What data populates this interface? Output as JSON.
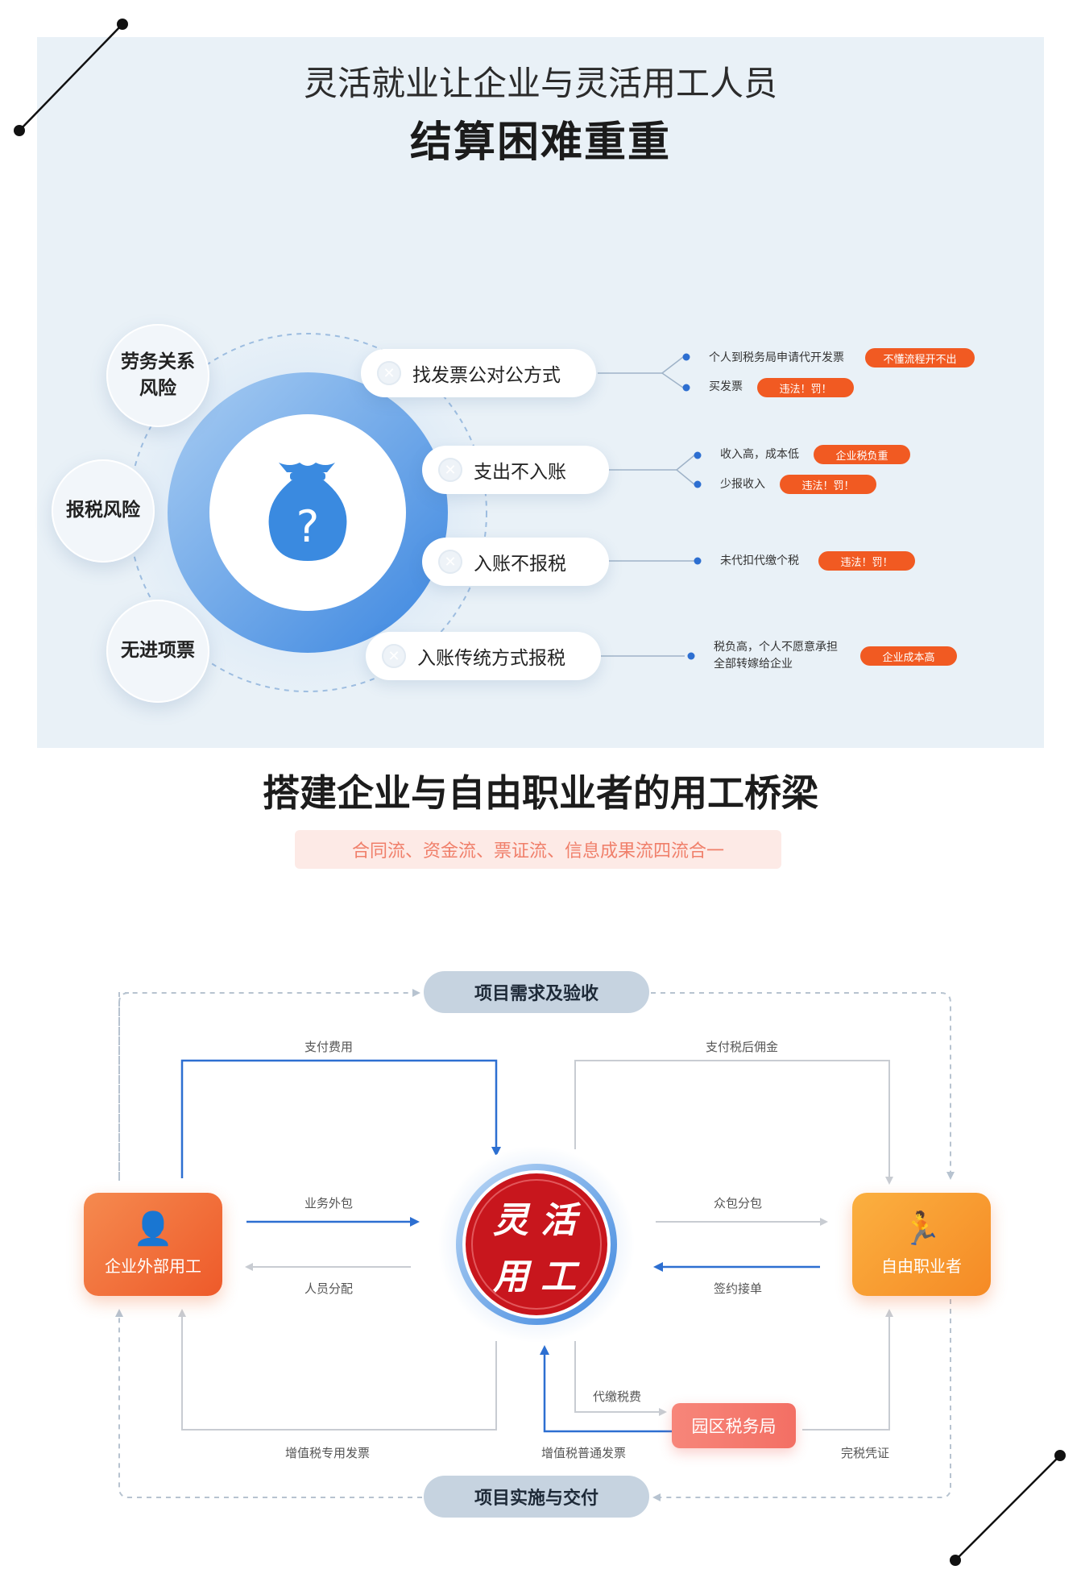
{
  "section1": {
    "title_line1": "灵活就业让企业与灵活用工人员",
    "title_line2": "结算困难重重",
    "risks": [
      "劳务关系\n风险",
      "报税风险",
      "无进项票"
    ],
    "center_icon": "money-bag-question-icon",
    "methods": [
      {
        "label": "找发票公对公方式",
        "details": [
          {
            "text": "个人到税务局申请代开发票",
            "badge": "不懂流程开不出"
          },
          {
            "text": "买发票",
            "badge": "违法！罚！"
          }
        ]
      },
      {
        "label": "支出不入账",
        "details": [
          {
            "text": "收入高，成本低",
            "badge": "企业税负重"
          },
          {
            "text": "少报收入",
            "badge": "违法！罚！"
          }
        ]
      },
      {
        "label": "入账不报税",
        "details": [
          {
            "text": "未代扣代缴个税",
            "badge": "违法！罚！"
          }
        ]
      },
      {
        "label": "入账传统方式报税",
        "details": [
          {
            "text": "税负高，个人不愿意承担\n全部转嫁给企业",
            "badge": "企业成本高"
          }
        ]
      }
    ],
    "colors": {
      "panel": "#e9f1f7",
      "accent_blue": "#4a90e2",
      "badge": "#f15a22"
    }
  },
  "section2": {
    "title": "搭建企业与自由职业者的用工桥梁",
    "subtitle": "合同流、资金流、票证流、信息成果流四流合一",
    "top_pill": "项目需求及验收",
    "bottom_pill": "项目实施与交付",
    "left_box": {
      "label": "企业外部用工",
      "icon": "business-person-icon"
    },
    "right_box": {
      "label": "自由职业者",
      "icon": "running-person-icon"
    },
    "center_seal": {
      "line1": "灵 活",
      "line2": "用 工"
    },
    "tax_box": "园区税务局",
    "flows": {
      "pay_fee": "支付费用",
      "pay_after_tax": "支付税后佣金",
      "outsourcing": "业务外包",
      "staff_allocation": "人员分配",
      "crowdsourcing": "众包分包",
      "sign_order": "签约接单",
      "withhold_tax": "代缴税费",
      "vat_special_invoice": "增值税专用发票",
      "vat_general_invoice": "增值税普通发票",
      "tax_certificate": "完税凭证"
    },
    "colors": {
      "orange": "#f26a35",
      "orange_right": "#f7962e",
      "seal_red": "#c8161d",
      "blue_arrow": "#2d6fd1"
    }
  }
}
